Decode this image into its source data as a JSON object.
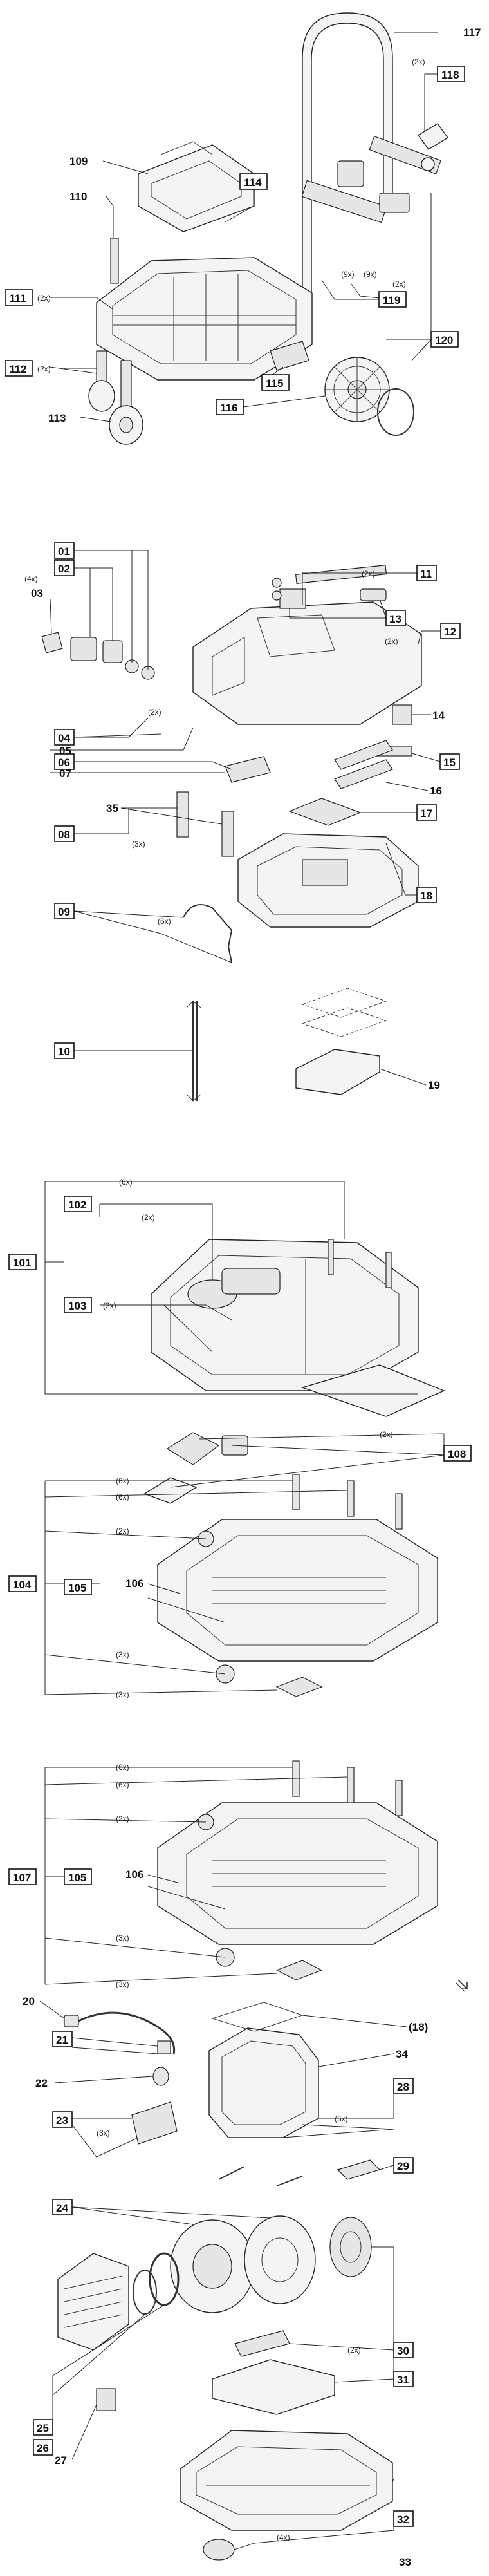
{
  "callouts": [
    {
      "id": "c117",
      "text": "117",
      "boxed": false
    },
    {
      "id": "c118",
      "text": "118",
      "boxed": true
    },
    {
      "id": "c109",
      "text": "109",
      "boxed": false
    },
    {
      "id": "c114",
      "text": "114",
      "boxed": true
    },
    {
      "id": "c110",
      "text": "110",
      "boxed": false
    },
    {
      "id": "c111",
      "text": "111",
      "boxed": true
    },
    {
      "id": "c119",
      "text": "119",
      "boxed": true
    },
    {
      "id": "c120",
      "text": "120",
      "boxed": true
    },
    {
      "id": "c112",
      "text": "112",
      "boxed": true
    },
    {
      "id": "c115",
      "text": "115",
      "boxed": true
    },
    {
      "id": "c116",
      "text": "116",
      "boxed": true
    },
    {
      "id": "c113",
      "text": "113",
      "boxed": false
    },
    {
      "id": "c01",
      "text": "01",
      "boxed": true
    },
    {
      "id": "c02",
      "text": "02",
      "boxed": true
    },
    {
      "id": "c03",
      "text": "03",
      "boxed": false
    },
    {
      "id": "c11",
      "text": "11",
      "boxed": true
    },
    {
      "id": "c13",
      "text": "13",
      "boxed": true
    },
    {
      "id": "c12",
      "text": "12",
      "boxed": true
    },
    {
      "id": "c14",
      "text": "14",
      "boxed": false
    },
    {
      "id": "c04",
      "text": "04",
      "boxed": true
    },
    {
      "id": "c05",
      "text": "05",
      "boxed": false
    },
    {
      "id": "c06",
      "text": "06",
      "boxed": true
    },
    {
      "id": "c07",
      "text": "07",
      "boxed": false
    },
    {
      "id": "c15",
      "text": "15",
      "boxed": true
    },
    {
      "id": "c16",
      "text": "16",
      "boxed": false
    },
    {
      "id": "c17",
      "text": "17",
      "boxed": true
    },
    {
      "id": "c35",
      "text": "35",
      "boxed": false
    },
    {
      "id": "c08",
      "text": "08",
      "boxed": true
    },
    {
      "id": "c18",
      "text": "18",
      "boxed": true
    },
    {
      "id": "c09",
      "text": "09",
      "boxed": true
    },
    {
      "id": "c10",
      "text": "10",
      "boxed": true
    },
    {
      "id": "c19",
      "text": "19",
      "boxed": false
    },
    {
      "id": "c102",
      "text": "102",
      "boxed": true
    },
    {
      "id": "c101",
      "text": "101",
      "boxed": true
    },
    {
      "id": "c103",
      "text": "103",
      "boxed": true
    },
    {
      "id": "c108",
      "text": "108",
      "boxed": true
    },
    {
      "id": "c104",
      "text": "104",
      "boxed": true
    },
    {
      "id": "c105a",
      "text": "105",
      "boxed": true
    },
    {
      "id": "c106a",
      "text": "106",
      "boxed": false
    },
    {
      "id": "c107",
      "text": "107",
      "boxed": true
    },
    {
      "id": "c105b",
      "text": "105",
      "boxed": true
    },
    {
      "id": "c106b",
      "text": "106",
      "boxed": false
    },
    {
      "id": "c20",
      "text": "20",
      "boxed": false
    },
    {
      "id": "c18b",
      "text": "(18)",
      "boxed": false
    },
    {
      "id": "c21",
      "text": "21",
      "boxed": true
    },
    {
      "id": "c34",
      "text": "34",
      "boxed": false
    },
    {
      "id": "c22",
      "text": "22",
      "boxed": false
    },
    {
      "id": "c28",
      "text": "28",
      "boxed": true
    },
    {
      "id": "c23",
      "text": "23",
      "boxed": true
    },
    {
      "id": "c29",
      "text": "29",
      "boxed": true
    },
    {
      "id": "c24",
      "text": "24",
      "boxed": true
    },
    {
      "id": "c30",
      "text": "30",
      "boxed": true
    },
    {
      "id": "c31",
      "text": "31",
      "boxed": true
    },
    {
      "id": "c25",
      "text": "25",
      "boxed": true
    },
    {
      "id": "c26",
      "text": "26",
      "boxed": true
    },
    {
      "id": "c27",
      "text": "27",
      "boxed": false
    },
    {
      "id": "c32",
      "text": "32",
      "boxed": true
    },
    {
      "id": "c33",
      "text": "33",
      "boxed": false
    }
  ],
  "quantities": [
    {
      "id": "q1",
      "text": "(2x)"
    },
    {
      "id": "q2",
      "text": "(9x)"
    },
    {
      "id": "q3",
      "text": "(9x)"
    },
    {
      "id": "q4",
      "text": "(2x)"
    },
    {
      "id": "q5",
      "text": "(2x)"
    },
    {
      "id": "q6",
      "text": "(2x)"
    },
    {
      "id": "q7",
      "text": "(4x)"
    },
    {
      "id": "q8",
      "text": "(2x)"
    },
    {
      "id": "q9",
      "text": "(2x)"
    },
    {
      "id": "q10",
      "text": "(2x)"
    },
    {
      "id": "q11",
      "text": "(3x)"
    },
    {
      "id": "q12",
      "text": "(6x)"
    },
    {
      "id": "q13",
      "text": "(6x)"
    },
    {
      "id": "q14",
      "text": "(2x)"
    },
    {
      "id": "q15",
      "text": "(2x)"
    },
    {
      "id": "q16",
      "text": "(2x)"
    },
    {
      "id": "q17",
      "text": "(6x)"
    },
    {
      "id": "q18",
      "text": "(6x)"
    },
    {
      "id": "q19",
      "text": "(2x)"
    },
    {
      "id": "q20",
      "text": "(3x)"
    },
    {
      "id": "q21",
      "text": "(3x)"
    },
    {
      "id": "q22",
      "text": "(6x)"
    },
    {
      "id": "q23",
      "text": "(6x)"
    },
    {
      "id": "q24",
      "text": "(2x)"
    },
    {
      "id": "q25",
      "text": "(3x)"
    },
    {
      "id": "q26",
      "text": "(3x)"
    },
    {
      "id": "q27",
      "text": "(5x)"
    },
    {
      "id": "q28",
      "text": "(3x)"
    },
    {
      "id": "q29",
      "text": "(2x)"
    },
    {
      "id": "q30",
      "text": "(4x)"
    }
  ],
  "icons": {
    "corner_arrow": "arrow-down-right-icon"
  }
}
